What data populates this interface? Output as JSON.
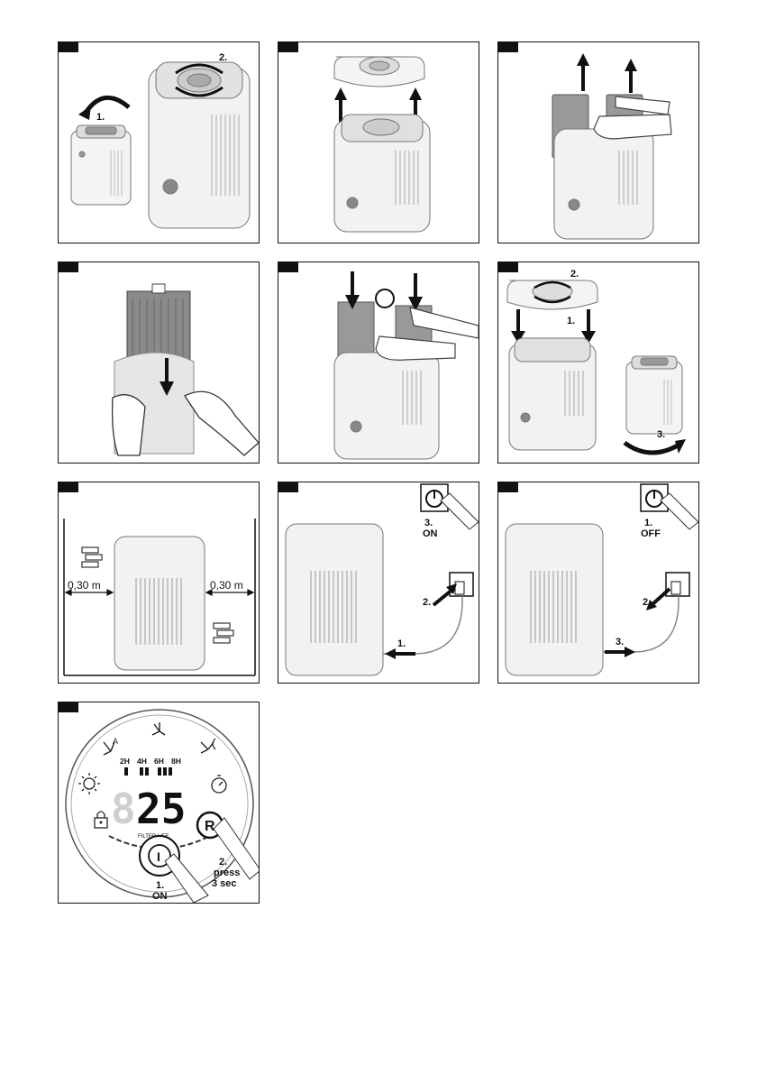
{
  "panel1": {
    "step1": "1.",
    "step2": "2."
  },
  "panel6": {
    "step1": "1.",
    "step2": "2.",
    "step3": "3."
  },
  "panel7": {
    "left_distance": "0,30 m",
    "right_distance": "0,30 m"
  },
  "panel8": {
    "step1": "1.",
    "step2": "2.",
    "step3": "3.",
    "step3_label": "ON"
  },
  "panel9": {
    "step1": "1.",
    "step1_label": "OFF",
    "step2": "2.",
    "step3": "3."
  },
  "panel10": {
    "timer_labels": [
      "2H",
      "4H",
      "6H",
      "8H"
    ],
    "display_value": "25",
    "filter_life_label": "FILTER LIFE",
    "step1": "1.",
    "step1_label": "ON",
    "step2": "2.",
    "step2_line1": "press",
    "step2_line2": "3 sec",
    "reset_symbol": "R",
    "power_symbol": "I"
  }
}
